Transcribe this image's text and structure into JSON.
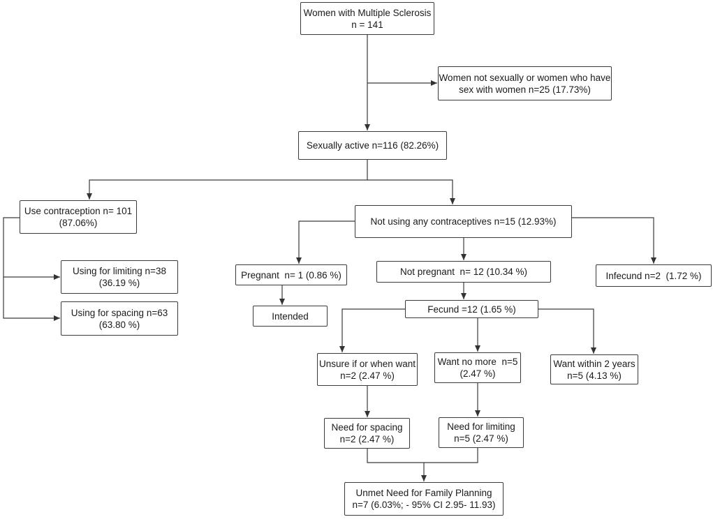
{
  "nodes": {
    "root": [
      "Women with Multiple Sclerosis",
      "n = 141"
    ],
    "excluded": [
      "Women not sexually or women who have",
      "sex with women n=25 (17.73%)"
    ],
    "active": [
      "Sexually active n=116 (82.26%)"
    ],
    "use_contra": [
      "Use contraception n= 101",
      "(87.06%)"
    ],
    "not_using": [
      "Not using any contraceptives n=15 (12.93%)"
    ],
    "limiting": [
      "Using for limiting n=38",
      "(36.19 %)"
    ],
    "spacing": [
      "Using for spacing n=63",
      "(63.80 %)"
    ],
    "pregnant": [
      "Pregnant  n= 1 (0.86 %)"
    ],
    "not_pregnant": [
      "Not pregnant  n= 12 (10.34 %)"
    ],
    "infecund": [
      "Infecund n=2  (1.72 %)"
    ],
    "intended": [
      "Intended"
    ],
    "fecund": [
      "Fecund =12 (1.65 %)"
    ],
    "unsure": [
      "Unsure if or when want",
      "n=2 (2.47 %)"
    ],
    "no_more": [
      "Want no more  n=5",
      "(2.47 %)"
    ],
    "within2": [
      "Want within 2 years",
      "n=5 (4.13 %)"
    ],
    "need_spacing": [
      "Need for spacing",
      "n=2 (2.47 %)"
    ],
    "need_limiting": [
      "Need for limiting",
      "n=5 (2.47 %)"
    ],
    "unmet": [
      "Unmet Need for Family Planning",
      "n=7 (6.03%; - 95% CI 2.95- 11.93)"
    ]
  }
}
